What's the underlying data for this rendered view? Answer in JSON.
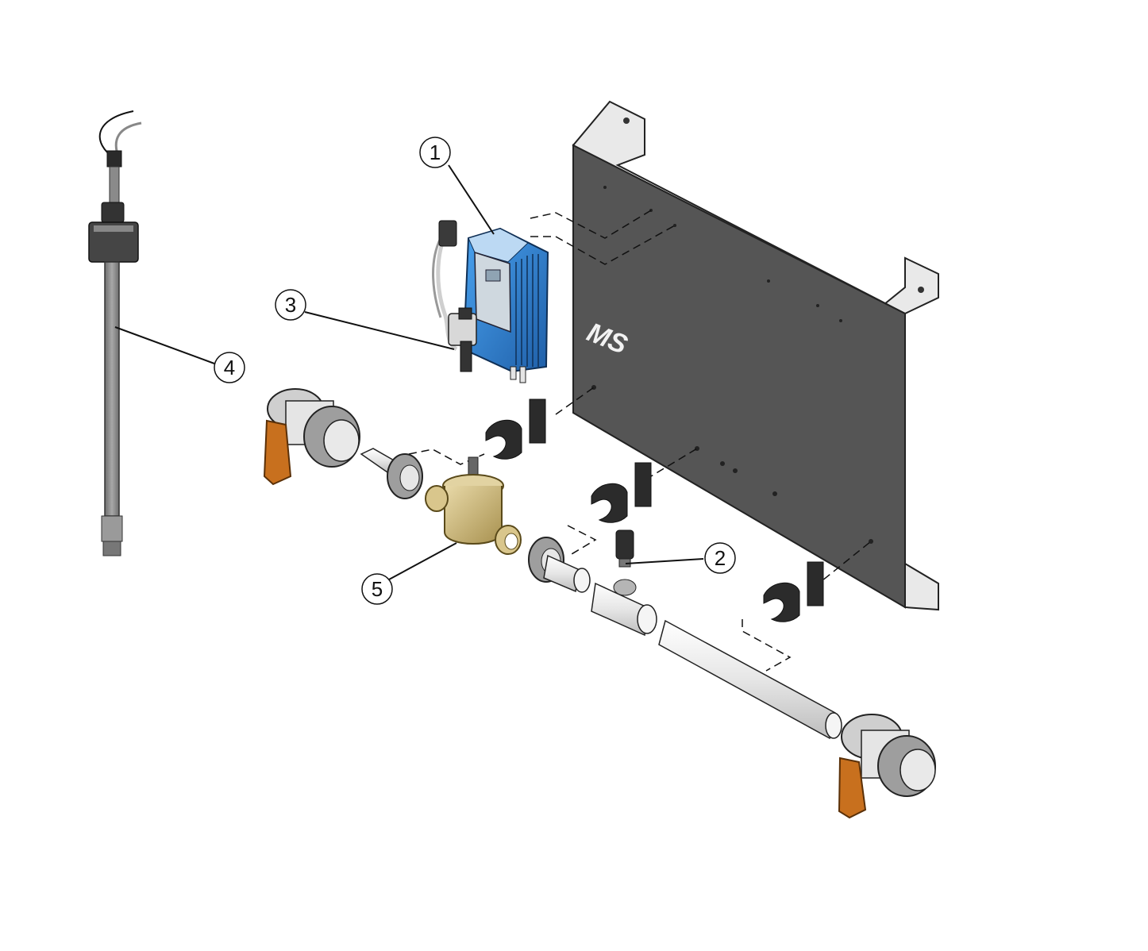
{
  "diagram": {
    "logo_text": "MS",
    "callouts": [
      {
        "id": "callout-1",
        "label": "1"
      },
      {
        "id": "callout-2",
        "label": "2"
      },
      {
        "id": "callout-3",
        "label": "3"
      },
      {
        "id": "callout-4",
        "label": "4"
      },
      {
        "id": "callout-5",
        "label": "5"
      }
    ],
    "colors": {
      "panel": "#555555",
      "pipe": "#e8e8e8",
      "pump_blue": "#2a7fd4",
      "valve_handle": "#c8701e",
      "brass": "#c9b47a",
      "clip": "#2b2b2b",
      "probe_rod": "#8c8c8c"
    }
  }
}
